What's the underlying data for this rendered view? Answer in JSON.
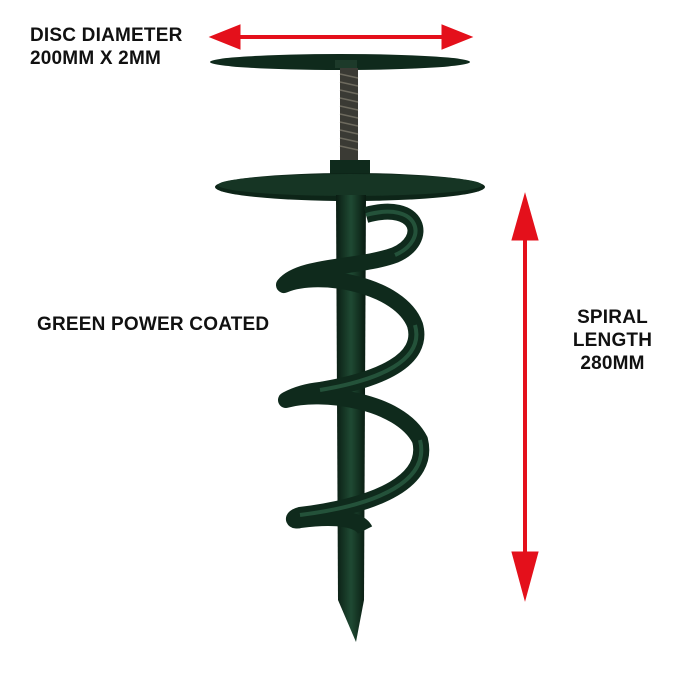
{
  "labels": {
    "disc_line1": "DISC DIAMETER",
    "disc_line2": "200MM X 2MM",
    "coating": "GREEN POWER COATED",
    "spiral_line1": "SPIRAL",
    "spiral_line2": "LENGTH",
    "spiral_line3": "280MM"
  },
  "colors": {
    "arrow": "#e4101b",
    "product": "#0f2a1c",
    "text": "#111111"
  }
}
